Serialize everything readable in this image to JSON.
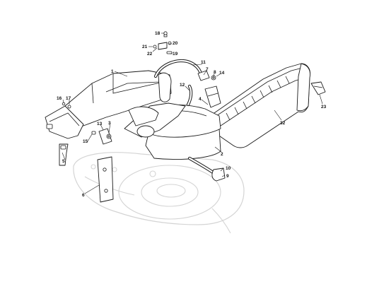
{
  "callouts": {
    "c1": "1",
    "c2": "2",
    "c3": "3",
    "c4": "4",
    "c5": "5",
    "c6": "6",
    "c7": "7",
    "c8": "8",
    "c9": "9",
    "c10": "10",
    "c11": "11",
    "c12": "12",
    "c13": "13",
    "c14": "14",
    "c15": "15",
    "c16": "16",
    "c17": "17",
    "c18": "18",
    "c19": "19",
    "c20": "20",
    "c21": "21",
    "c22": "22",
    "c23": "23",
    "c32": "32"
  },
  "colors": {
    "line": "#1a1a1a",
    "faint": "#d4d4d4",
    "background": "#ffffff"
  }
}
